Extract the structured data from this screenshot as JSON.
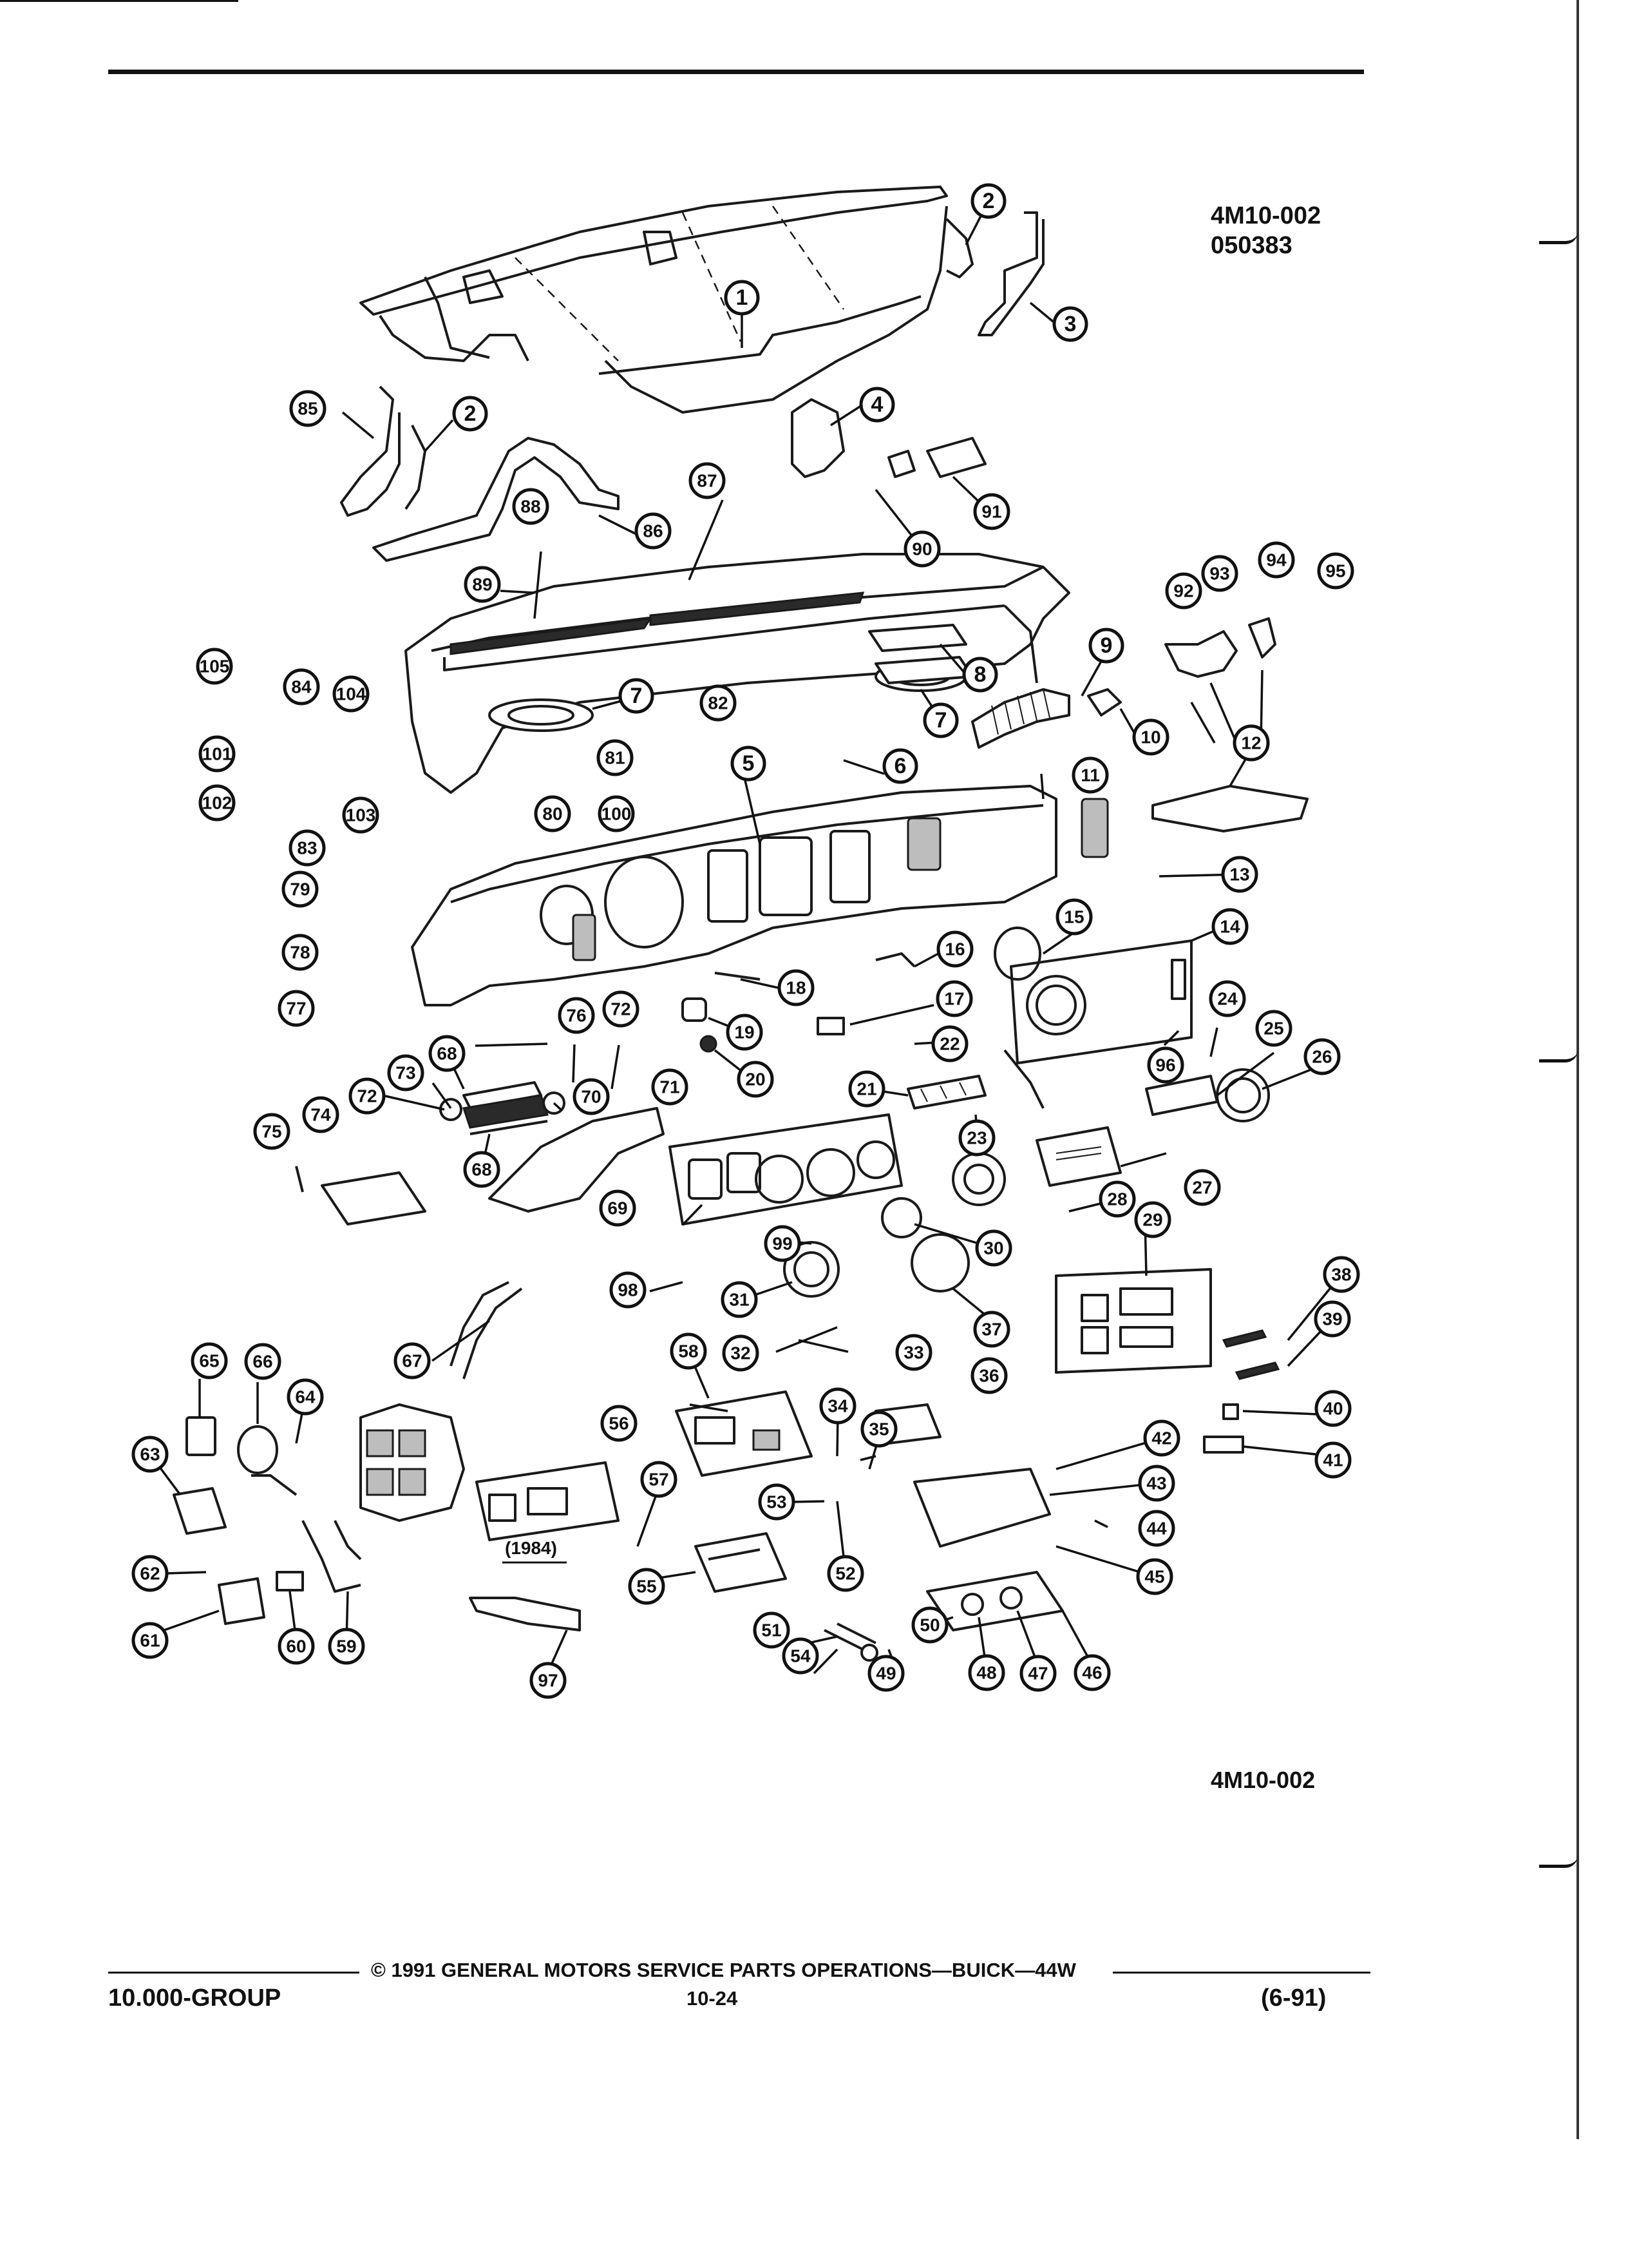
{
  "drawing": {
    "id_top": "4M10-002",
    "code_top": "050383",
    "id_bottom": "4M10-002",
    "year_note": "(1984)"
  },
  "footer": {
    "copyright": "© 1991 GENERAL MOTORS SERVICE PARTS OPERATIONS—BUICK—44W",
    "group": "10.000-GROUP",
    "page": "10-24",
    "date": "(6-91)"
  },
  "callouts": {
    "c1": "1",
    "c2a": "2",
    "c2b": "2",
    "c3": "3",
    "c4": "4",
    "c5": "5",
    "c6": "6",
    "c7a": "7",
    "c7b": "7",
    "c8": "8",
    "c9": "9",
    "c10": "10",
    "c11": "11",
    "c12": "12",
    "c13": "13",
    "c14": "14",
    "c15": "15",
    "c16": "16",
    "c17": "17",
    "c18": "18",
    "c19": "19",
    "c20": "20",
    "c21": "21",
    "c22": "22",
    "c23": "23",
    "c24": "24",
    "c25": "25",
    "c26": "26",
    "c27": "27",
    "c28": "28",
    "c29": "29",
    "c30": "30",
    "c31": "31",
    "c32": "32",
    "c33": "33",
    "c34": "34",
    "c35": "35",
    "c36": "36",
    "c37": "37",
    "c38": "38",
    "c39": "39",
    "c40": "40",
    "c41": "41",
    "c42": "42",
    "c43": "43",
    "c44": "44",
    "c45": "45",
    "c46": "46",
    "c47": "47",
    "c48": "48",
    "c49": "49",
    "c50": "50",
    "c51": "51",
    "c52": "52",
    "c53": "53",
    "c54": "54",
    "c55": "55",
    "c56": "56",
    "c57": "57",
    "c58": "58",
    "c59": "59",
    "c60": "60",
    "c61": "61",
    "c62": "62",
    "c63": "63",
    "c64": "64",
    "c65": "65",
    "c66": "66",
    "c67": "67",
    "c68a": "68",
    "c68b": "68",
    "c69": "69",
    "c70": "70",
    "c71": "71",
    "c72a": "72",
    "c72b": "72",
    "c73": "73",
    "c74": "74",
    "c75": "75",
    "c76": "76",
    "c77": "77",
    "c78": "78",
    "c79": "79",
    "c80": "80",
    "c81": "81",
    "c82": "82",
    "c83": "83",
    "c84": "84",
    "c85": "85",
    "c86": "86",
    "c87": "87",
    "c88": "88",
    "c89": "89",
    "c90": "90",
    "c91": "91",
    "c92": "92",
    "c93": "93",
    "c94": "94",
    "c95": "95",
    "c96": "96",
    "c97": "97",
    "c98": "98",
    "c99": "99",
    "c100": "100",
    "c101": "101",
    "c102": "102",
    "c103": "103",
    "c104": "104",
    "c105": "105"
  }
}
